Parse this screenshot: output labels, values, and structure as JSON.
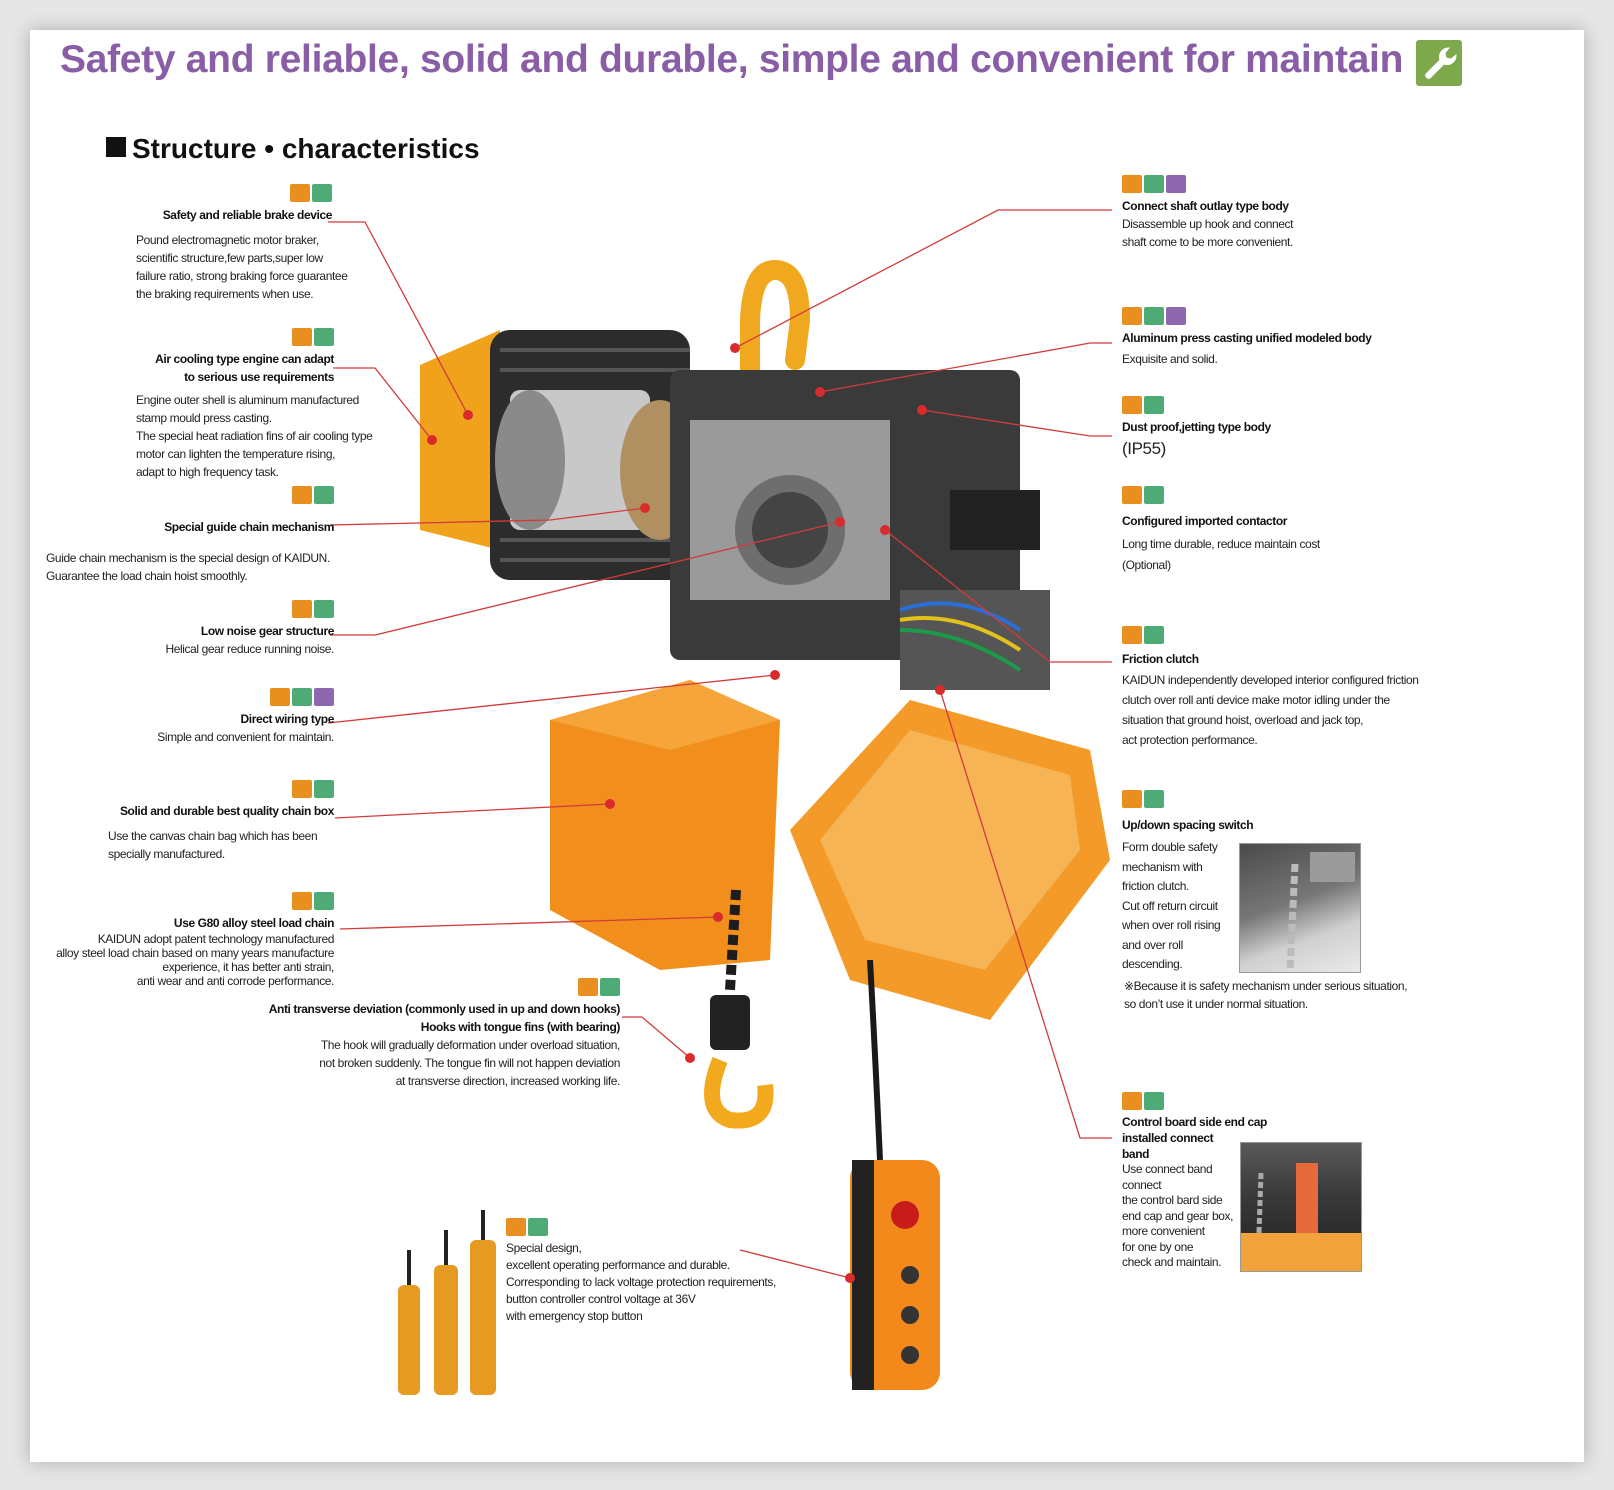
{
  "page": {
    "title": "Safety and reliable, solid and durable, simple and convenient for maintain",
    "subtitle": "Structure • characteristics"
  },
  "badge_colors": [
    "#e88f1f",
    "#4fab76",
    "#8d68b0"
  ],
  "icons": [
    "wrench-icon",
    "feature-badge-icon"
  ],
  "features": [
    {
      "id": "brake",
      "badges": 2,
      "title": "Safety and reliable brake device",
      "desc": "Pound electromagnetic motor braker,\nscientific structure,few parts,super low\nfailure ratio, strong braking force guarantee\nthe braking requirements when use."
    },
    {
      "id": "air-cooling",
      "badges": 2,
      "title": "Air cooling type engine can adapt\nto serious use requirements",
      "desc": "Engine outer shell is aluminum manufactured\nstamp mould press casting.\nThe special heat radiation fins of air cooling type\nmotor can lighten the temperature rising,\nadapt to high frequency task."
    },
    {
      "id": "guide-chain",
      "badges": 2,
      "title": "Special guide chain mechanism",
      "desc": "Guide chain mechanism is the special design of KAIDUN.\nGuarantee the load chain hoist smoothly."
    },
    {
      "id": "gear",
      "badges": 2,
      "title": "Low noise gear structure",
      "desc": "Helical gear reduce running noise."
    },
    {
      "id": "wiring",
      "badges": 3,
      "title": "Direct wiring type",
      "desc": "Simple and convenient for maintain."
    },
    {
      "id": "chain-box",
      "badges": 2,
      "title": "Solid and durable best quality chain box",
      "desc": "Use the canvas chain bag which has been\nspecially manufactured."
    },
    {
      "id": "load-chain",
      "badges": 2,
      "title": "Use G80 alloy steel load chain",
      "desc": "KAIDUN adopt patent technology manufactured\nalloy steel load chain based on many years manufacture\nexperience, it has better anti strain,\nanti wear and anti corrode performance."
    },
    {
      "id": "hook",
      "badges": 2,
      "title": "Anti transverse deviation (commonly used in up and down hooks)\nHooks with tongue fins (with bearing)",
      "desc": "The hook will gradually deformation under overload situation,\nnot broken suddenly. The tongue fin will not happen deviation\nat transverse direction, increased working life."
    },
    {
      "id": "pendant",
      "badges": 2,
      "title": "",
      "desc": "Special design,\nexcellent operating performance and durable.\nCorresponding to lack voltage protection requirements,\nbutton controller control voltage at 36V\nwith emergency stop button"
    },
    {
      "id": "shaft",
      "badges": 3,
      "title": "Connect shaft outlay type body",
      "desc": "Disassemble up hook and connect\nshaft come to be more convenient."
    },
    {
      "id": "aluminum",
      "badges": 3,
      "title": "Aluminum press casting unified modeled body",
      "desc": "Exquisite and solid."
    },
    {
      "id": "dust-proof",
      "badges": 2,
      "title": "Dust proof,jetting type body",
      "desc": "",
      "extra": "(IP55)"
    },
    {
      "id": "contactor",
      "badges": 2,
      "title": "Configured imported contactor",
      "desc": "Long time durable, reduce maintain cost\n(Optional)"
    },
    {
      "id": "clutch",
      "badges": 2,
      "title": "Friction clutch",
      "desc": "KAIDUN independently developed interior configured friction\nclutch over roll anti device make motor idling under the\nsituation that ground hoist, overload and jack top,\nact protection performance."
    },
    {
      "id": "spacing",
      "badges": 2,
      "title": "Up/down spacing switch",
      "desc": "Form double safety\nmechanism with\nfriction clutch.\nCut off return circuit\nwhen over roll rising\nand over roll\ndescending.",
      "extra": "※Because it is safety mechanism under serious situation,\nso don’t use it under normal situation."
    },
    {
      "id": "end-cap",
      "badges": 2,
      "title": "Control board side end cap\ninstalled connect\nband",
      "desc": "Use connect band\nconnect\nthe control bard side\nend cap and gear box,\nmore convenient\nfor one by one\ncheck and maintain."
    }
  ]
}
